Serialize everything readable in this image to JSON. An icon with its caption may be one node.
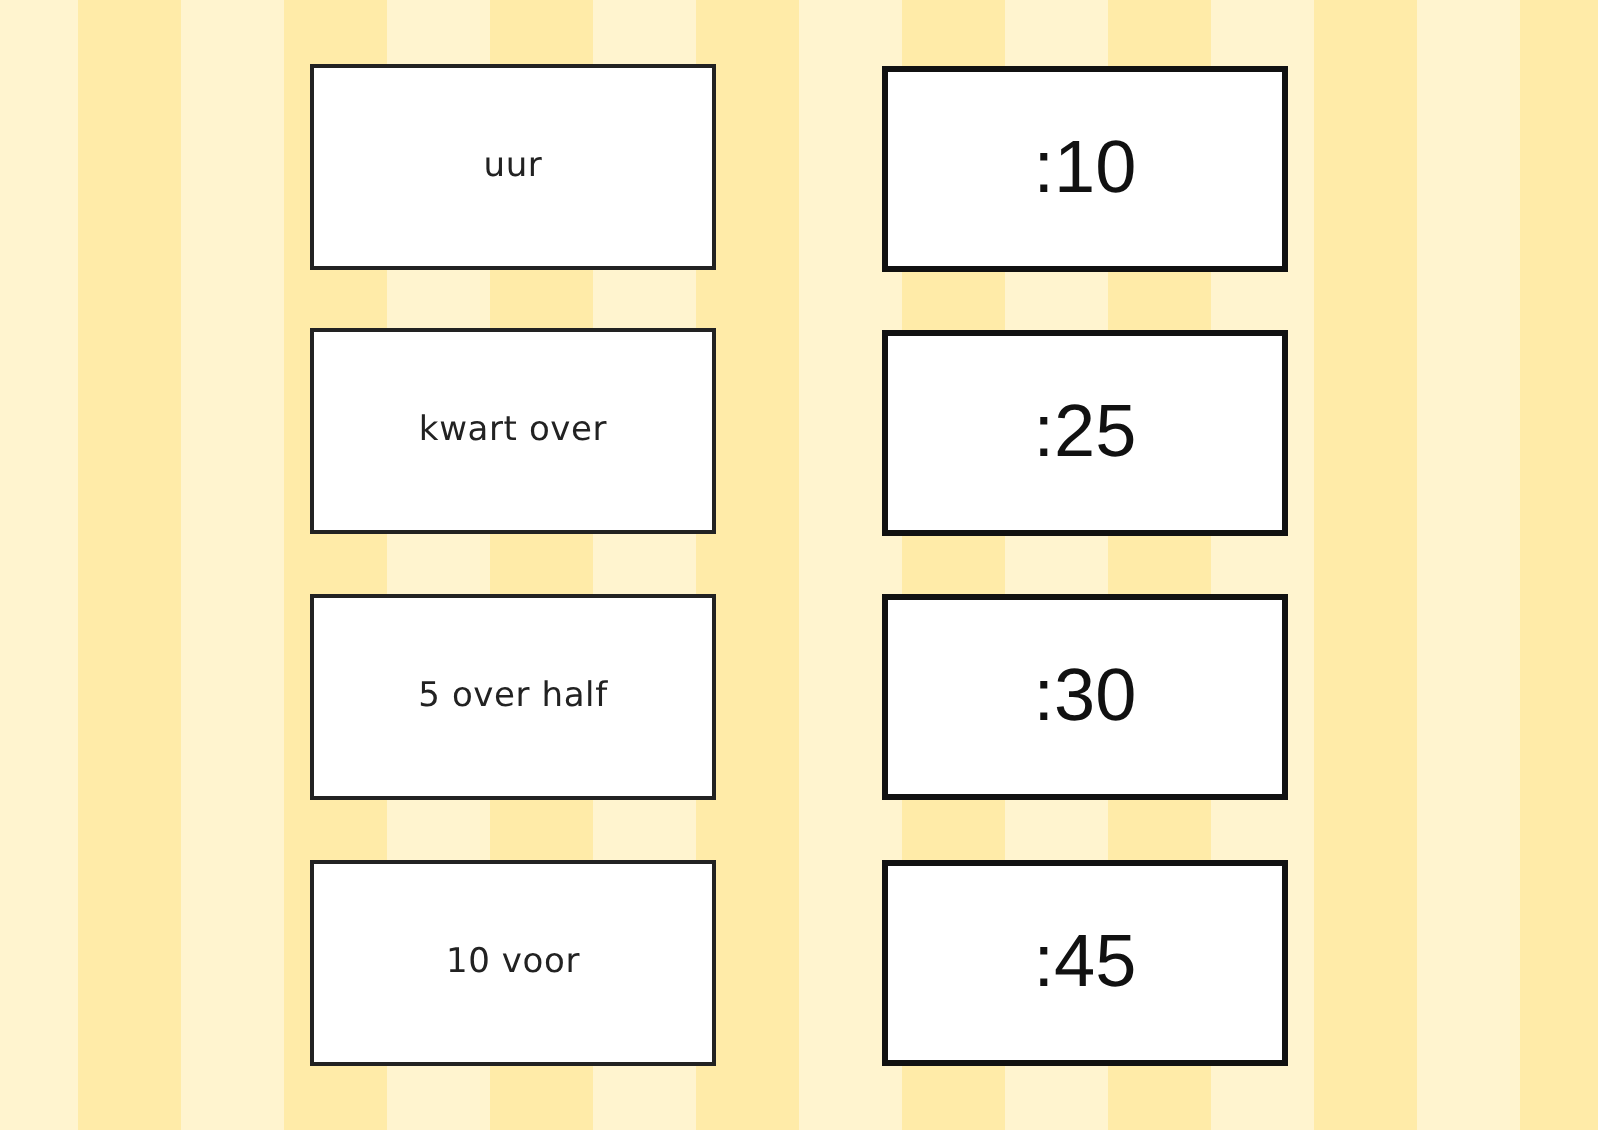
{
  "diagram": {
    "nodes": [
      {
        "text": [
          "uur"
        ]
      },
      {
        "text": [
          ":10"
        ]
      },
      {
        "text": [
          "kwart over"
        ]
      },
      {
        "text": [
          ":25"
        ]
      },
      {
        "text": [
          "5 over half"
        ]
      },
      {
        "text": [
          ":30"
        ]
      },
      {
        "text": [
          "10 voor"
        ]
      },
      {
        "text": [
          ":45"
        ]
      }
    ]
  }
}
